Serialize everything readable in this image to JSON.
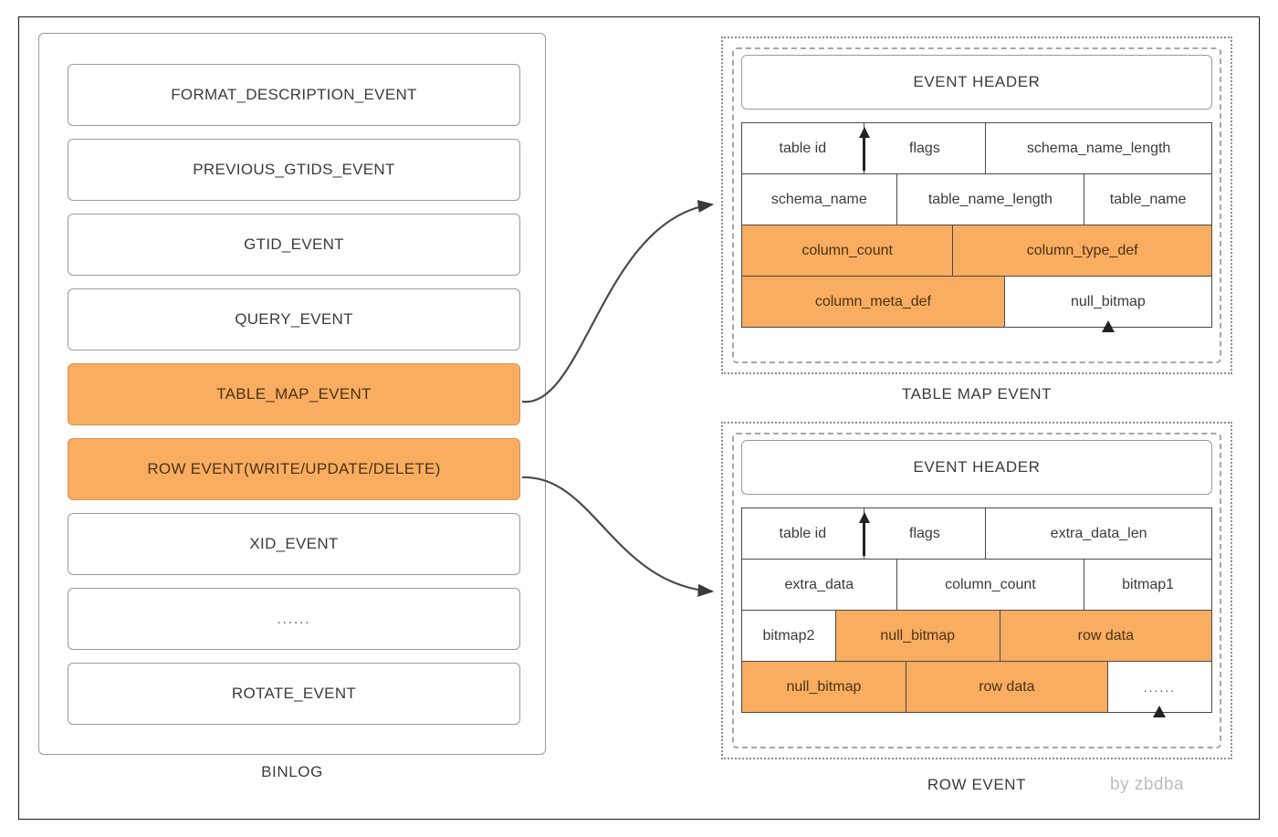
{
  "colors": {
    "highlight": "#F9AD60",
    "border_dark": "#4a4a4a",
    "border_light": "#9a9a9a",
    "text": "#3b3b3b",
    "byline": "#bdbdbd"
  },
  "binlog": {
    "caption": "BINLOG",
    "events": [
      {
        "label": "FORMAT_DESCRIPTION_EVENT",
        "highlight": false
      },
      {
        "label": "PREVIOUS_GTIDS_EVENT",
        "highlight": false
      },
      {
        "label": "GTID_EVENT",
        "highlight": false
      },
      {
        "label": "QUERY_EVENT",
        "highlight": false
      },
      {
        "label": "TABLE_MAP_EVENT",
        "highlight": true
      },
      {
        "label": "ROW EVENT(WRITE/UPDATE/DELETE)",
        "highlight": true
      },
      {
        "label": "XID_EVENT",
        "highlight": false
      },
      {
        "label": "......",
        "highlight": false
      },
      {
        "label": "ROTATE_EVENT",
        "highlight": false
      }
    ]
  },
  "table_map_event": {
    "caption": "TABLE MAP EVENT",
    "header": "EVENT HEADER",
    "rows": [
      [
        {
          "label": "table id",
          "width": 26,
          "orange": false,
          "arrow": "none"
        },
        {
          "label": "flags",
          "width": 26,
          "orange": false,
          "arrow": "left-up"
        },
        {
          "label": "schema_name_length",
          "width": 48,
          "orange": false,
          "arrow": "none"
        }
      ],
      [
        {
          "label": "schema_name",
          "width": 33,
          "orange": false,
          "arrow": "none"
        },
        {
          "label": "table_name_length",
          "width": 40,
          "orange": false,
          "arrow": "none"
        },
        {
          "label": "table_name",
          "width": 27,
          "orange": false,
          "arrow": "none"
        }
      ],
      [
        {
          "label": "column_count",
          "width": 45,
          "orange": true,
          "arrow": "none"
        },
        {
          "label": "column_type_def",
          "width": 55,
          "orange": true,
          "arrow": "none"
        }
      ],
      [
        {
          "label": "column_meta_def",
          "width": 56,
          "orange": true,
          "arrow": "none"
        },
        {
          "label": "null_bitmap",
          "width": 44,
          "orange": false,
          "arrow": "bottom-up"
        }
      ]
    ]
  },
  "row_event": {
    "caption": "ROW EVENT",
    "header": "EVENT HEADER",
    "rows": [
      [
        {
          "label": "table id",
          "width": 26,
          "orange": false,
          "arrow": "none"
        },
        {
          "label": "flags",
          "width": 26,
          "orange": false,
          "arrow": "left-up"
        },
        {
          "label": "extra_data_len",
          "width": 48,
          "orange": false,
          "arrow": "none"
        }
      ],
      [
        {
          "label": "extra_data",
          "width": 33,
          "orange": false,
          "arrow": "none"
        },
        {
          "label": "column_count",
          "width": 40,
          "orange": false,
          "arrow": "none"
        },
        {
          "label": "bitmap1",
          "width": 27,
          "orange": false,
          "arrow": "none"
        }
      ],
      [
        {
          "label": "bitmap2",
          "width": 20,
          "orange": false,
          "arrow": "none"
        },
        {
          "label": "null_bitmap",
          "width": 35,
          "orange": true,
          "arrow": "none"
        },
        {
          "label": "row data",
          "width": 45,
          "orange": true,
          "arrow": "none"
        }
      ],
      [
        {
          "label": "null_bitmap",
          "width": 35,
          "orange": true,
          "arrow": "none"
        },
        {
          "label": "row data",
          "width": 43,
          "orange": true,
          "arrow": "none"
        },
        {
          "label": "......",
          "width": 22,
          "orange": false,
          "arrow": "bottom-up"
        }
      ]
    ]
  },
  "byline": "by zbdba"
}
